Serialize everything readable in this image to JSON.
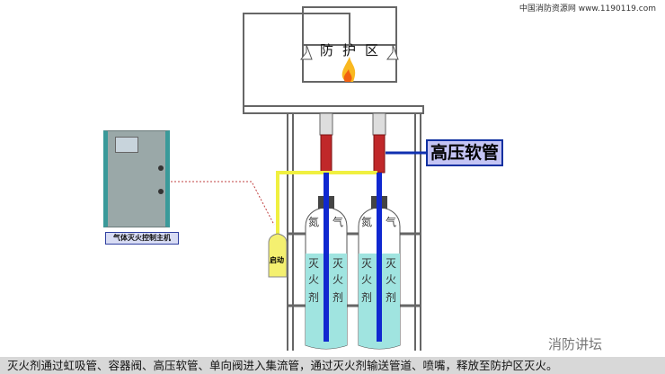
{
  "site_credit": "中国消防资源网 www.1190119.com",
  "protection_zone": "防护区",
  "controller_label": "气体灭火控制主机",
  "hose_label": "高压软管",
  "cylinder_top_label": [
    "氮",
    "气"
  ],
  "cylinder_agent_label": [
    "灭",
    "火",
    "剂"
  ],
  "starter_label": "启动",
  "caption": "灭火剂通过虹吸管、容器阀、高压软管、单向阀进入集流管，通过灭火剂输送管道、喷嘴，释放至防护区灭火。",
  "watermark": "消防讲坛",
  "colors": {
    "hose": "#c0282a",
    "siphon": "#1028d0",
    "agent": "#a0e4e0",
    "pilot_pipe": "#f0f040"
  }
}
